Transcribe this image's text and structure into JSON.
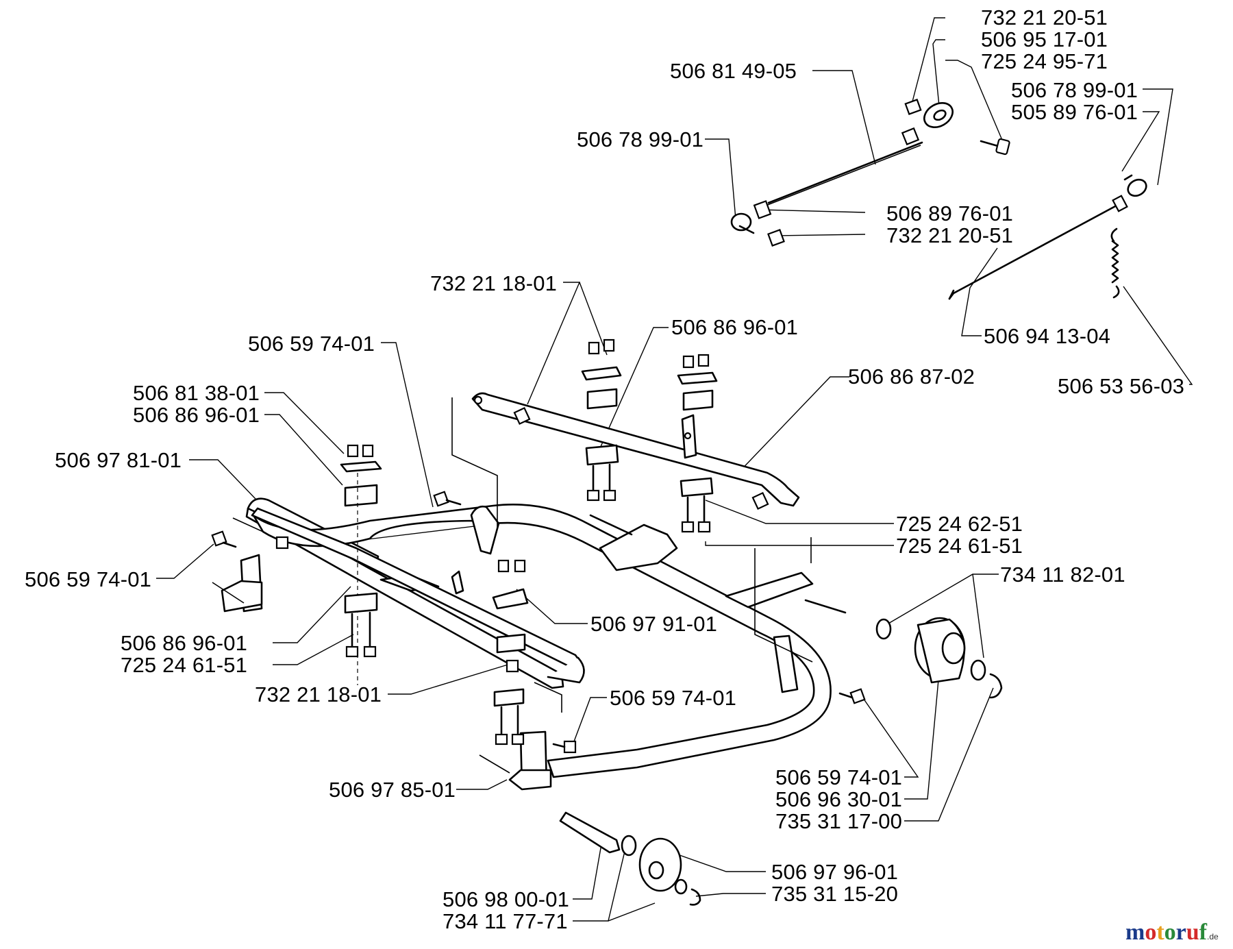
{
  "labels": {
    "l01": "732 21 20-51",
    "l02": "506 95 17-01",
    "l03": "725 24 95-71",
    "l04": "506 81 49-05",
    "l05": "506 78 99-01",
    "l06": "505 89 76-01",
    "l07": "506 78 99-01",
    "l08": "506 89 76-01",
    "l09": "732 21 20-51",
    "l10": "732 21 18-01",
    "l11": "506 86 96-01",
    "l12": "506 59 74-01",
    "l13": "506 94 13-04",
    "l14": "506 86 87-02",
    "l15": "506 53 56-03",
    "l16": "506 81 38-01",
    "l17": "506 86 96-01",
    "l18": "506 97 81-01",
    "l19": "725 24 62-51",
    "l20": "725 24 61-51",
    "l21": "506 59 74-01",
    "l22": "734 11 82-01",
    "l23": "506 97 91-01",
    "l24": "506 86 96-01",
    "l25": "725 24 61-51",
    "l26": "732 21 18-01",
    "l27": "506 59 74-01",
    "l28": "506 59 74-01",
    "l29": "506 96 30-01",
    "l30": "735 31 17-00",
    "l31": "506 97 85-01",
    "l32": "506 97 96-01",
    "l33": "735 31 15-20",
    "l34": "506 98 00-01",
    "l35": "734 11 77-71"
  },
  "watermark": {
    "text": "motoruf",
    "suffix": ".de",
    "colors": [
      "#1a3a8a",
      "#d42a2a",
      "#e8a020",
      "#2a8a3a",
      "#1a3a8a",
      "#d42a2a",
      "#2a8a3a"
    ]
  }
}
